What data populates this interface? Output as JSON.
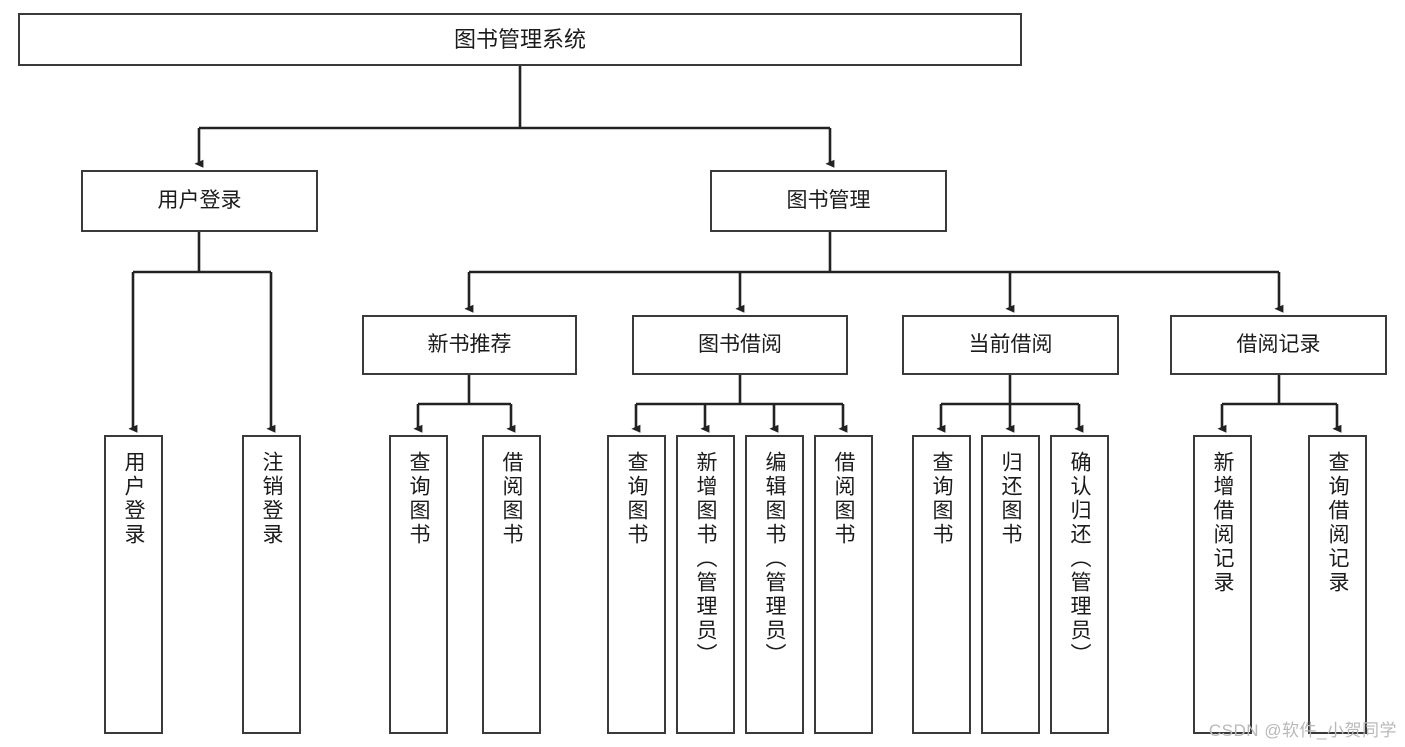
{
  "diagram": {
    "title": "图书管理系统",
    "type": "功能结构图",
    "colors": {
      "box_border": "#3a3a3a",
      "box_fill": "#ffffff",
      "connector": "#222222",
      "text": "#1b1b1b",
      "watermark": "#b9b9b9",
      "background": "#ffffff"
    },
    "watermark": "CSDN @软件_小贺同学",
    "nodes": {
      "root": {
        "label": "图书管理系统"
      },
      "level2": [
        {
          "id": "user-login",
          "label": "用户登录"
        },
        {
          "id": "book-manage",
          "label": "图书管理"
        }
      ],
      "level3": [
        {
          "id": "new-book-recommend",
          "label": "新书推荐"
        },
        {
          "id": "book-borrow",
          "label": "图书借阅"
        },
        {
          "id": "current-borrow",
          "label": "当前借阅"
        },
        {
          "id": "borrow-record",
          "label": "借阅记录"
        }
      ],
      "leaves": [
        {
          "id": "leaf-user-login",
          "label": "用户登录",
          "parent": "user-login"
        },
        {
          "id": "leaf-logout-login",
          "label": "注销登录",
          "parent": "user-login"
        },
        {
          "id": "leaf-query-book-1",
          "label": "查询图书",
          "parent": "new-book-recommend"
        },
        {
          "id": "leaf-borrow-book-1",
          "label": "借阅图书",
          "parent": "new-book-recommend"
        },
        {
          "id": "leaf-query-book-2",
          "label": "查询图书",
          "parent": "book-borrow"
        },
        {
          "id": "leaf-add-book",
          "label": "新增图书（管理员）",
          "parent": "book-borrow"
        },
        {
          "id": "leaf-edit-book",
          "label": "编辑图书（管理员）",
          "parent": "book-borrow"
        },
        {
          "id": "leaf-borrow-book-2",
          "label": "借阅图书",
          "parent": "book-borrow"
        },
        {
          "id": "leaf-query-book-3",
          "label": "查询图书",
          "parent": "current-borrow"
        },
        {
          "id": "leaf-return-book",
          "label": "归还图书",
          "parent": "current-borrow"
        },
        {
          "id": "leaf-confirm-return",
          "label": "确认归还（管理员）",
          "parent": "current-borrow"
        },
        {
          "id": "leaf-add-record",
          "label": "新增借阅记录",
          "parent": "borrow-record"
        },
        {
          "id": "leaf-query-record",
          "label": "查询借阅记录",
          "parent": "borrow-record"
        }
      ]
    }
  }
}
